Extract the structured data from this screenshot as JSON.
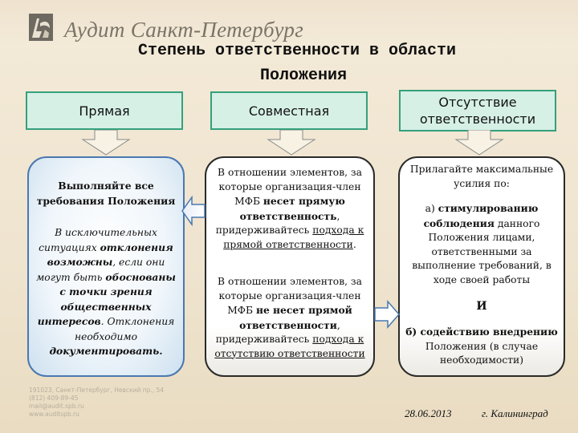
{
  "brand": "Аудит Санкт-Петербург",
  "title": {
    "line1": "Степень ответственности в области",
    "line2": "Положения"
  },
  "columns": {
    "direct": {
      "header": "Прямая",
      "text1": "Выполняйте все требования Положения",
      "text2_a": "В исключительных ситуациях ",
      "text2_b": "отклонения возможны",
      "text2_c": ", если они могут быть ",
      "text2_d": "обоснованы с точки зрения общественных интересов",
      "text2_e": ". Отклонения необходимо ",
      "text2_f": "документировать."
    },
    "joint": {
      "header": "Совместная",
      "p1_a": "В отношении элементов, за которые организация-член МФБ ",
      "p1_b": "несет прямую ответственность",
      "p1_c": ", придерживайтесь ",
      "p1_d": "подхода к прямой ответственности",
      "p1_e": ".",
      "p2_a": "В отношении элементов, за которые организация-член МФБ ",
      "p2_b": "не несет прямой ответственности",
      "p2_c": ", придерживайтесь ",
      "p2_d": "подхода к отсутствию ответственности"
    },
    "none": {
      "header_line1": "Отсутствие",
      "header_line2": "ответственности",
      "intro": "Прилагайте максимальные усилия по:",
      "a_1": "а) ",
      "a_2": "стимулированию соблюдения",
      "a_3": " данного Положения лицами, ответственными за выполнение требований, в ходе своей работы",
      "and": "И",
      "b_1": "б) ",
      "b_2": "содействию внедрению",
      "b_3": " Положения (в случае необходимости)"
    }
  },
  "footer": {
    "address_line1": "191023, Санкт-Петербург, Невский пр., 54",
    "address_line2": "(812) 409-89-45",
    "address_line3": "mail@audit.spb.ru",
    "address_line4": "www.auditspb.ru",
    "date": "28.06.2013",
    "city": "г. Калининград"
  },
  "colors": {
    "header_fill": "#d6f0e6",
    "header_border": "#35a07c",
    "arrow_fill": "#f7f2e4",
    "direct_border": "#4a78b0"
  }
}
